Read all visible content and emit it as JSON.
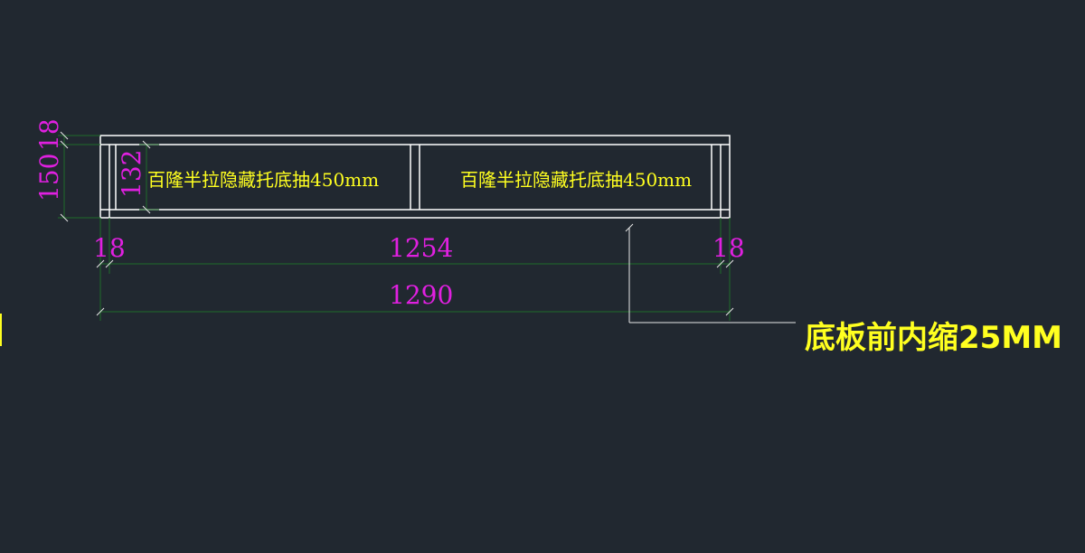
{
  "drawing": {
    "drawers": [
      {
        "label": "百隆半拉隐藏托底抽450mm"
      },
      {
        "label": "百隆半拉隐藏托底抽450mm"
      }
    ],
    "dimensions": {
      "total_height": "150",
      "top_panel": "18",
      "inner_height": "132",
      "left_panel": "18",
      "inner_width": "1254",
      "right_panel": "18",
      "total_width": "1290"
    },
    "note": "底板前内缩25MM"
  },
  "colors": {
    "background": "#212830",
    "dimension_text": "#e020e0",
    "label_text": "#ffff20",
    "outline": "#ffffff",
    "dimension_line": "#1f6b2a"
  }
}
